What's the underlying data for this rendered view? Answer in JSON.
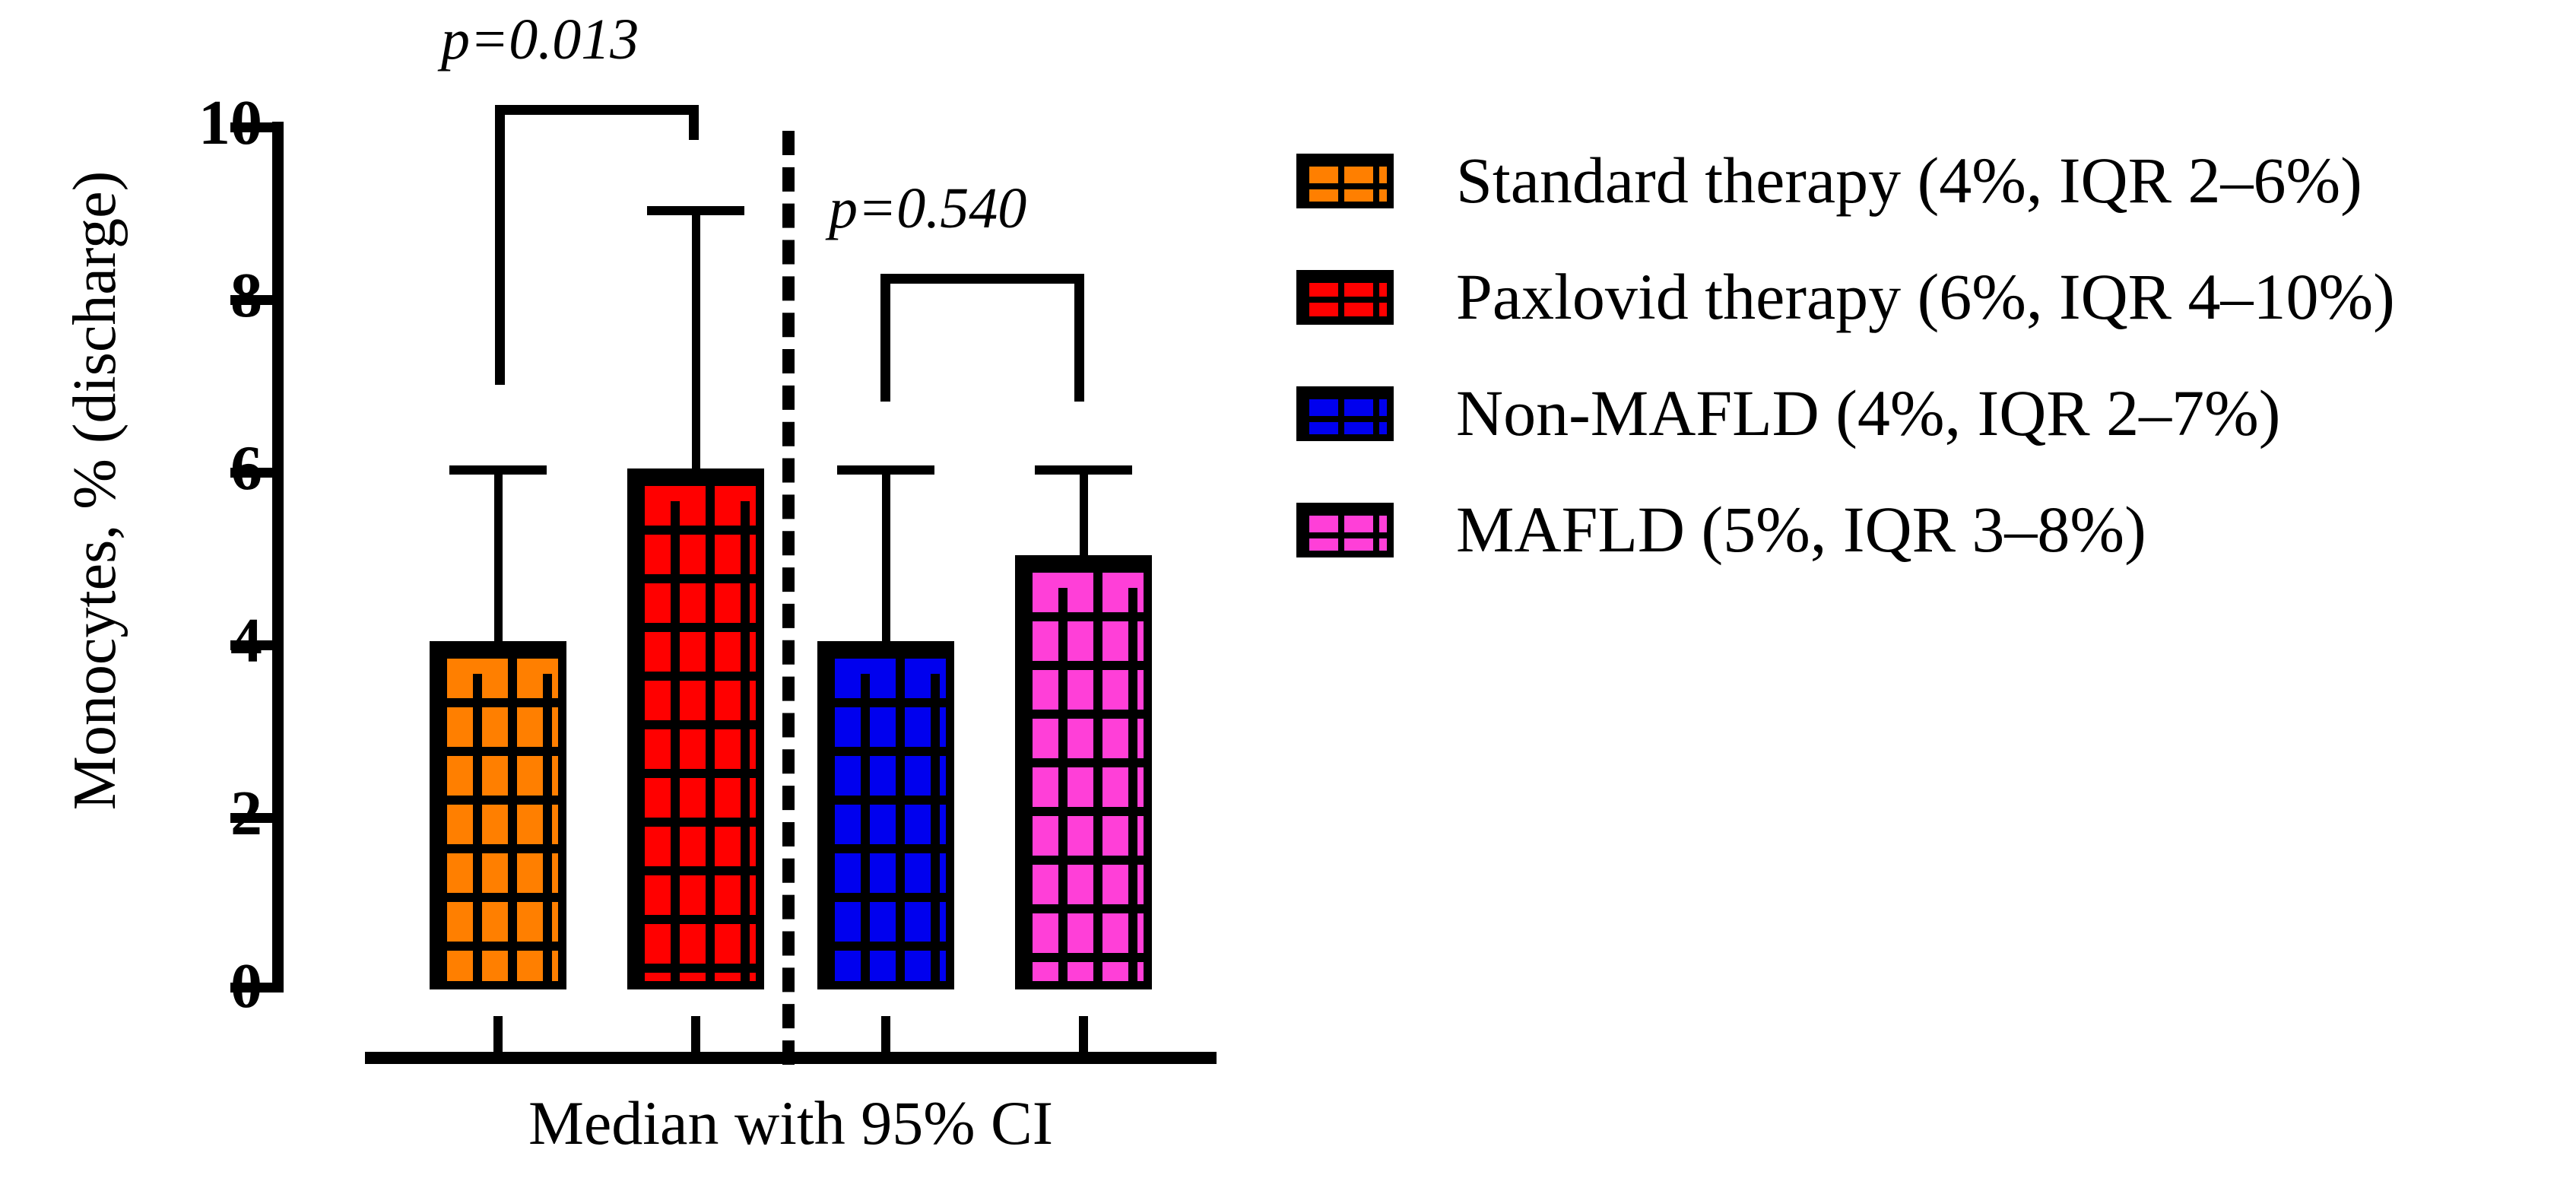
{
  "chart_data": {
    "type": "bar",
    "title": "",
    "xlabel": "Median with 95% CI",
    "ylabel": "Monocytes, % (discharge)",
    "ylim": [
      0,
      10
    ],
    "yticks": [
      "0",
      "2",
      "4",
      "6",
      "8",
      "10"
    ],
    "grid": false,
    "legend_position": "right",
    "categories": [
      "Standard therapy",
      "Paxlovid therapy",
      "Non-MAFLD",
      "MAFLD"
    ],
    "values": [
      4,
      6,
      4,
      5
    ],
    "error_upper": [
      6,
      9,
      6,
      6
    ],
    "error_lower": [
      4,
      6,
      4,
      5
    ],
    "bar_colors": [
      "#FF7F00",
      "#FF0000",
      "#0000EE",
      "#FF3FD8"
    ],
    "bar_edge_color": "#000000",
    "pattern": "brick",
    "annotations": [
      {
        "text": "p=0.013",
        "compares": [
          "Standard therapy",
          "Paxlovid therapy"
        ]
      },
      {
        "text": "p=0.540",
        "compares": [
          "Non-MAFLD",
          "MAFLD"
        ]
      }
    ],
    "divider": {
      "style": "dashed",
      "between": [
        "Paxlovid therapy",
        "Non-MAFLD"
      ]
    },
    "series": [
      {
        "name": "Standard therapy (4%, IQR 2–6%)",
        "median": 4,
        "iqr_low": 2,
        "iqr_high": 6,
        "ci_high": 6,
        "color": "#FF7F00"
      },
      {
        "name": "Paxlovid therapy (6%, IQR 4–10%)",
        "median": 6,
        "iqr_low": 4,
        "iqr_high": 10,
        "ci_high": 9,
        "color": "#FF0000"
      },
      {
        "name": "Non-MAFLD (4%, IQR 2–7%)",
        "median": 4,
        "iqr_low": 2,
        "iqr_high": 7,
        "ci_high": 6,
        "color": "#0000EE"
      },
      {
        "name": "MAFLD (5%, IQR 3–8%)",
        "median": 5,
        "iqr_low": 3,
        "iqr_high": 8,
        "ci_high": 6,
        "color": "#FF3FD8"
      }
    ]
  },
  "axes": {
    "y_title": "Monocytes, % (discharge)",
    "x_caption": "Median with 95% CI",
    "y_tick_labels": [
      "10",
      "8",
      "6",
      "4",
      "2",
      "0"
    ]
  },
  "annotations": {
    "p1": "p=0.013",
    "p2": "p=0.540"
  },
  "legend": {
    "items": [
      {
        "label": "Standard therapy (4%, IQR 2–6%)",
        "color": "#FF7F00"
      },
      {
        "label": "Paxlovid therapy (6%, IQR 4–10%)",
        "color": "#FF0000"
      },
      {
        "label": "Non-MAFLD (4%, IQR 2–7%)",
        "color": "#0000EE"
      },
      {
        "label": "MAFLD (5%, IQR 3–8%)",
        "color": "#FF3FD8"
      }
    ]
  }
}
